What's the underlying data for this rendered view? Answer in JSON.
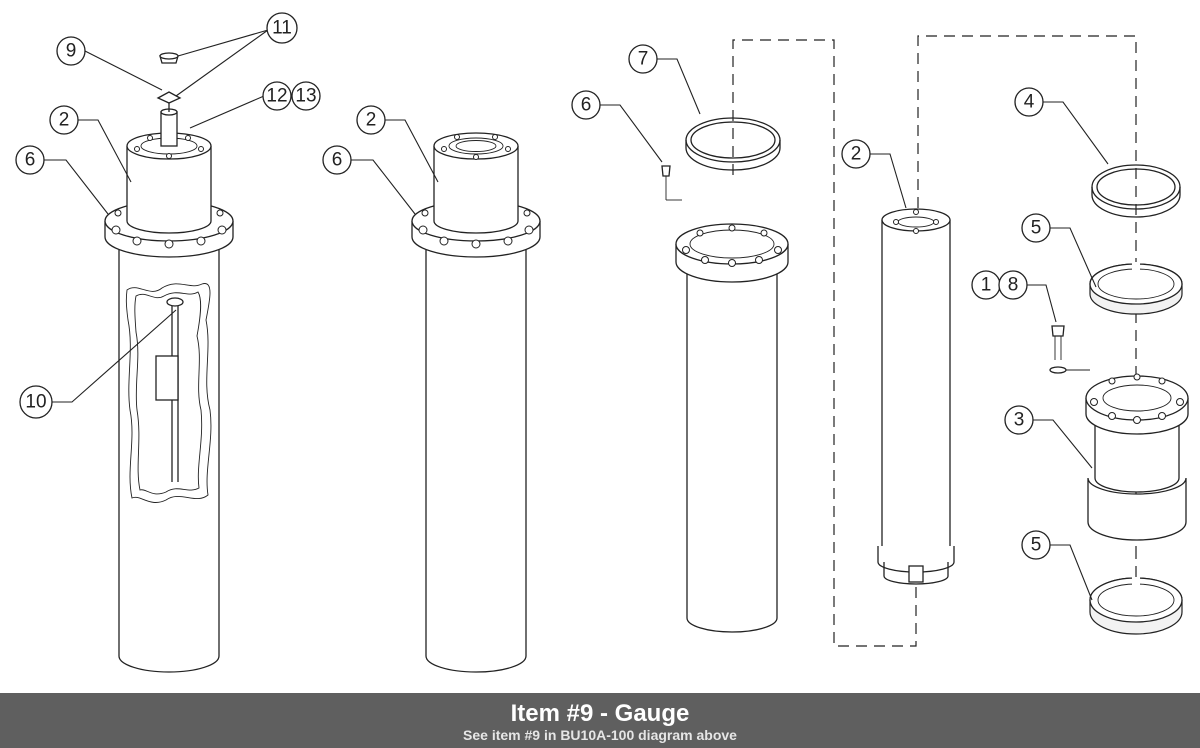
{
  "caption": {
    "title": "Item #9 - Gauge",
    "subtitle": "See item #9 in BU10A-100 diagram above"
  },
  "balloons": {
    "b9": "9",
    "b11": "11",
    "b12": "12",
    "b13": "13",
    "b2a": "2",
    "b6a": "6",
    "b10": "10",
    "b2b": "2",
    "b6b": "6",
    "b7": "7",
    "b6c": "6",
    "b2c": "2",
    "b4": "4",
    "b5a": "5",
    "b1": "1",
    "b8": "8",
    "b3": "3",
    "b5b": "5"
  }
}
